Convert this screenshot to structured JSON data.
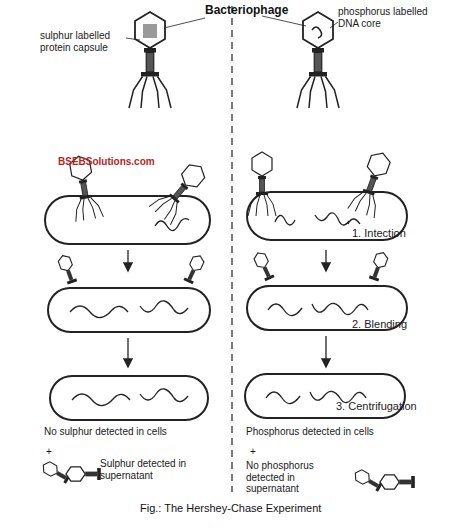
{
  "diagram": {
    "caption": "Fig.: The Hershey-Chase Experiment",
    "labels": [
      "Bacteriophage",
      "sulphur labelled protein capsule",
      "phosphorus labelled DNA core",
      "BSEBSolutions.com",
      "1. Intection",
      "2. Blending",
      "3. Centrifugation",
      "No sulphur detected in cells",
      "+",
      "Sulphur detected in supernatant",
      "Phosphorus detected in cells",
      "+",
      "No phosphorus detected in supernatant"
    ]
  }
}
